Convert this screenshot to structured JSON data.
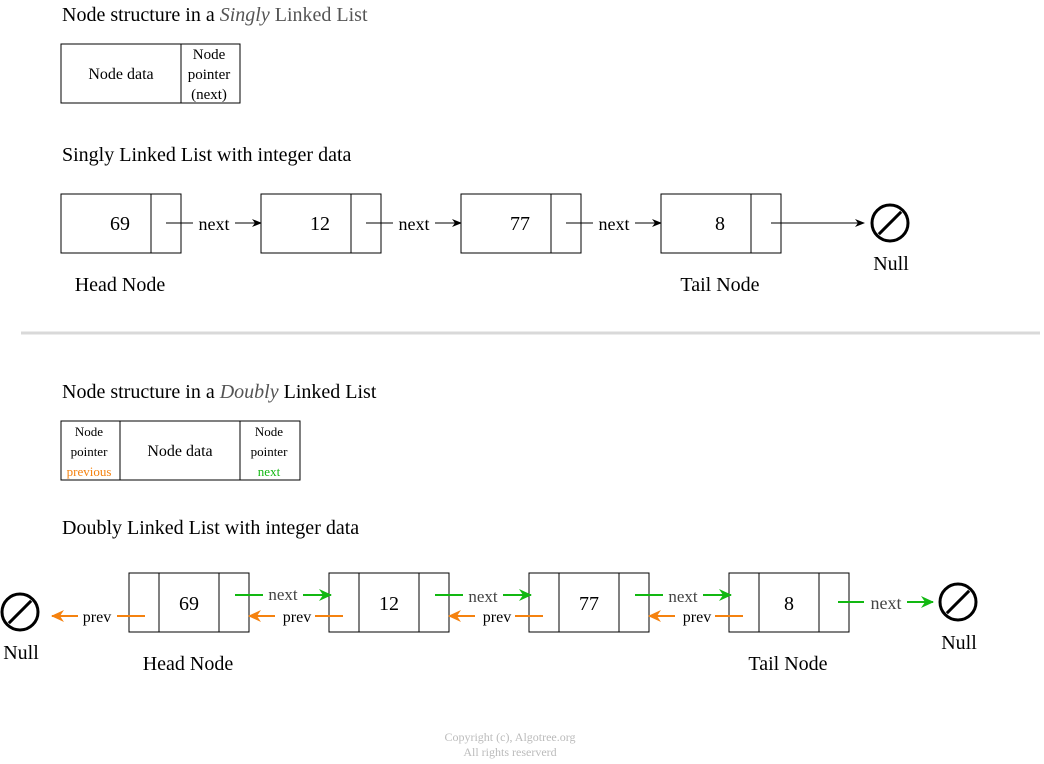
{
  "singly": {
    "structure_title": {
      "prefix": "Node structure in a ",
      "em": "Singly",
      "suffix": " Linked List"
    },
    "structure": {
      "data_label": "Node data",
      "pointer_lines": [
        "Node",
        "pointer",
        "(next)"
      ]
    },
    "list_title": "Singly Linked List with integer data",
    "values": [
      "69",
      "12",
      "77",
      "8"
    ],
    "next_label": "next",
    "head_label": "Head Node",
    "tail_label": "Tail Node",
    "null_label": "Null"
  },
  "doubly": {
    "structure_title": {
      "prefix": "Node structure in a ",
      "em": "Doubly",
      "suffix": " Linked List"
    },
    "structure": {
      "prev_lines": [
        "Node",
        "pointer",
        "previous"
      ],
      "data_label": "Node data",
      "next_lines": [
        "Node",
        "pointer",
        "next"
      ]
    },
    "list_title": "Doubly Linked List with integer data",
    "values": [
      "69",
      "12",
      "77",
      "8"
    ],
    "next_label": "next",
    "prev_label": "prev",
    "head_label": "Head Node",
    "tail_label": "Tail Node",
    "null_left_label": "Null",
    "null_right_label": "Null"
  },
  "copyright": {
    "line1": "Copyright (c), Algotree.org",
    "line2": "All rights reserverd"
  },
  "colors": {
    "next": "#12b812",
    "prev": "#f5820f",
    "divider": "#d9d9d9",
    "copyright": "#bbbbbb"
  }
}
